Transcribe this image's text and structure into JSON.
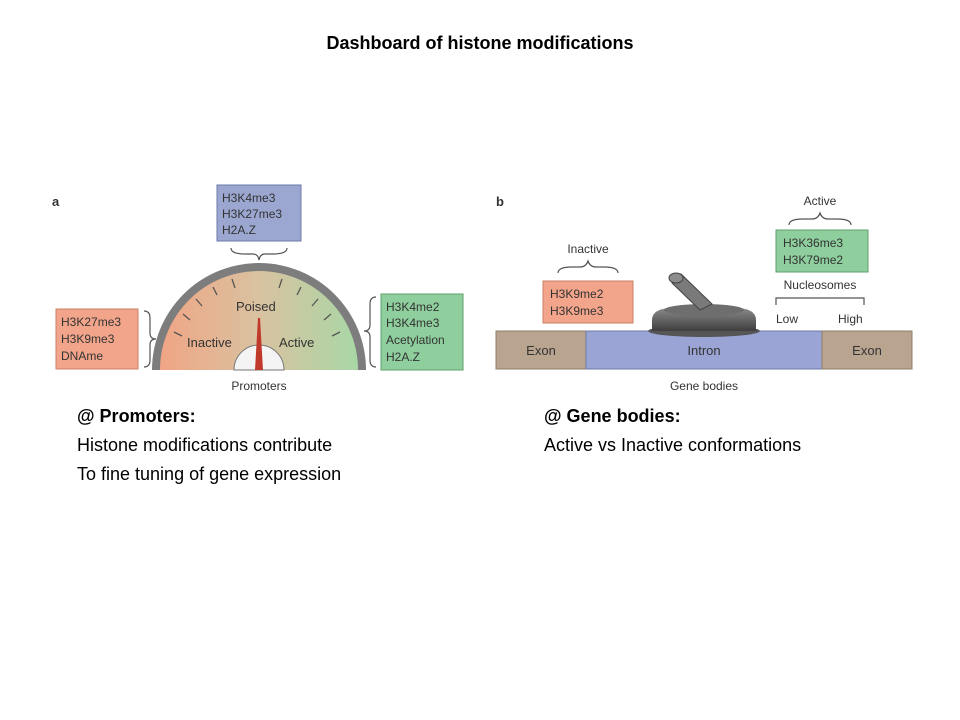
{
  "title": "Dashboard of histone modifications",
  "panel_a": {
    "letter": "a",
    "top_box": [
      "H3K4me3",
      "H3K27me3",
      "H2A.Z"
    ],
    "left_box": [
      "H3K27me3",
      "H3K9me3",
      "DNAme"
    ],
    "right_box": [
      "H3K4me2",
      "H3K4me3",
      "Acetylation",
      "H2A.Z"
    ],
    "gauge": {
      "poised": "Poised",
      "inactive": "Inactive",
      "active": "Active"
    },
    "footer": "Promoters"
  },
  "panel_b": {
    "letter": "b",
    "inactive_label": "Inactive",
    "inactive_box": [
      "H3K9me2",
      "H3K9me3"
    ],
    "active_label": "Active",
    "active_box": [
      "H3K36me3",
      "H3K79me2"
    ],
    "nucleosomes": "Nucleosomes",
    "low": "Low",
    "high": "High",
    "exon_left": "Exon",
    "intron": "Intron",
    "exon_right": "Exon",
    "footer": "Gene bodies"
  },
  "caption_left": {
    "heading": "@ Promoters:",
    "line1": "Histone modifications contribute",
    "line2": "To fine tuning of gene expression"
  },
  "caption_right": {
    "heading": "@ Gene bodies:",
    "line1": "Active vs Inactive conformations"
  },
  "colors": {
    "orange_box": "#f2a58a",
    "blue_box": "#9ba7d0",
    "green_box": "#8fcf9e",
    "exon": "#b8a48f",
    "intron": "#9aa5d6",
    "needle": "#c0392b"
  }
}
